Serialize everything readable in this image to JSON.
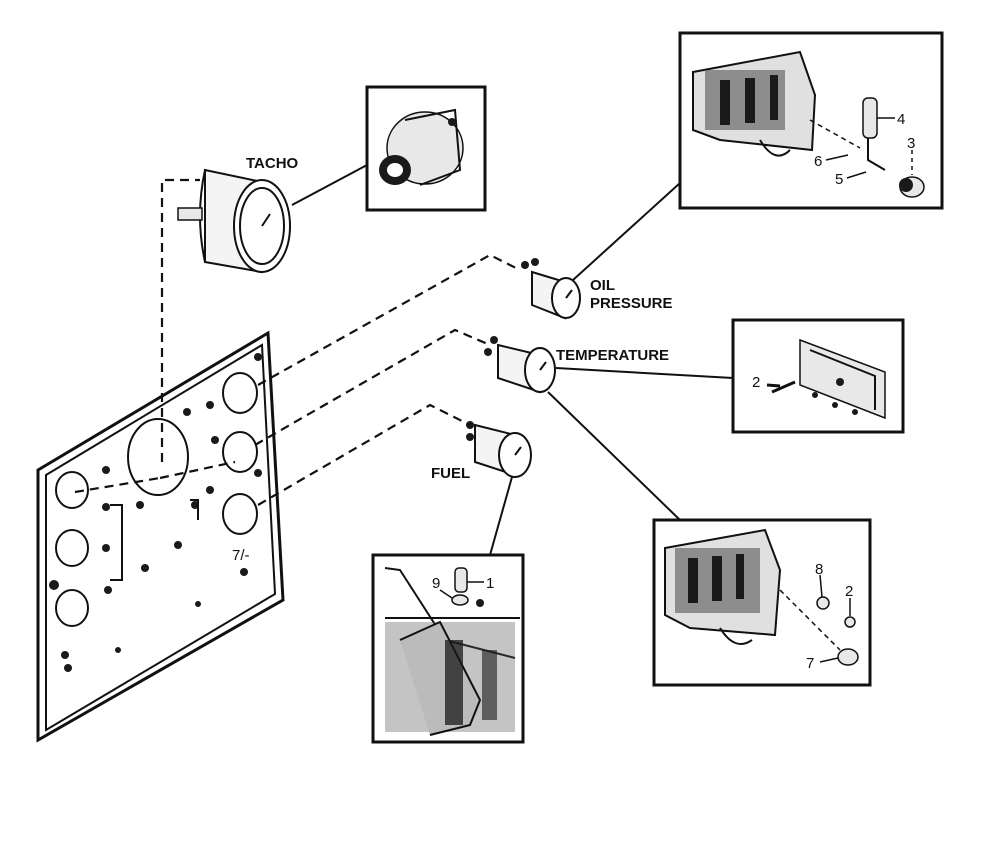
{
  "labels": {
    "tacho": "TACHO",
    "oil_pressure_line1": "OIL",
    "oil_pressure_line2": "PRESSURE",
    "temperature": "TEMPERATURE",
    "fuel": "FUEL"
  },
  "callouts": {
    "oil_engine": [
      "4",
      "3",
      "6",
      "5"
    ],
    "temp_sender": [
      "2"
    ],
    "temp_engine": [
      "8",
      "2",
      "7"
    ],
    "fuel_tank": [
      "9",
      "1"
    ]
  }
}
